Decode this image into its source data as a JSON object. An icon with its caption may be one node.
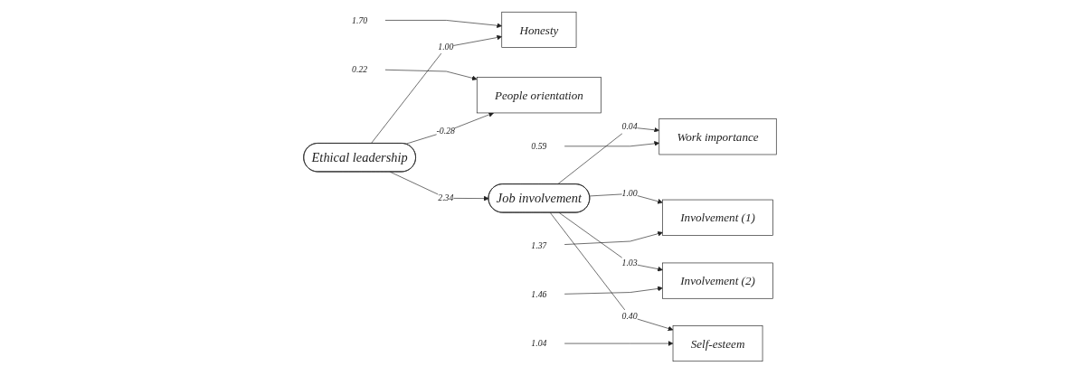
{
  "diagram": {
    "nodes": [
      {
        "text": [
          "Honesty"
        ]
      },
      {
        "text": [
          "People orientation"
        ]
      },
      {
        "text": [
          "Ethical leadership"
        ]
      },
      {
        "text": [
          "Job involvement"
        ]
      },
      {
        "text": [
          "Work importance"
        ]
      },
      {
        "text": [
          "Involvement (1)"
        ]
      },
      {
        "text": [
          "Involvement (2)"
        ]
      },
      {
        "text": [
          "Self-esteem"
        ]
      },
      {
        "text": [
          "1.70"
        ]
      },
      {
        "text": [
          "0.22"
        ]
      },
      {
        "text": [
          "0.59"
        ]
      },
      {
        "text": [
          "1.37"
        ]
      },
      {
        "text": [
          "1.46"
        ]
      },
      {
        "text": [
          "1.04"
        ]
      }
    ],
    "edges": [
      {
        "from": 8,
        "to": 0,
        "arrow": "to"
      },
      {
        "from": 9,
        "to": 1,
        "arrow": "to"
      },
      {
        "from": 2,
        "to": 0,
        "label": "1.00",
        "arrow": "to"
      },
      {
        "from": 2,
        "to": 1,
        "label": "-0.28",
        "arrow": "to"
      },
      {
        "from": 2,
        "to": 3,
        "label": "2.34",
        "arrow": "to"
      },
      {
        "from": 3,
        "to": 4,
        "label": "0.04",
        "arrow": "to"
      },
      {
        "from": 3,
        "to": 5,
        "label": "1.00",
        "arrow": "to"
      },
      {
        "from": 3,
        "to": 6,
        "label": "1.03",
        "arrow": "to"
      },
      {
        "from": 3,
        "to": 7,
        "label": "0.40",
        "arrow": "to"
      },
      {
        "from": 10,
        "to": 4,
        "arrow": "to"
      },
      {
        "from": 11,
        "to": 5,
        "arrow": "to"
      },
      {
        "from": 12,
        "to": 6,
        "arrow": "to"
      },
      {
        "from": 13,
        "to": 7,
        "arrow": "to"
      }
    ]
  }
}
